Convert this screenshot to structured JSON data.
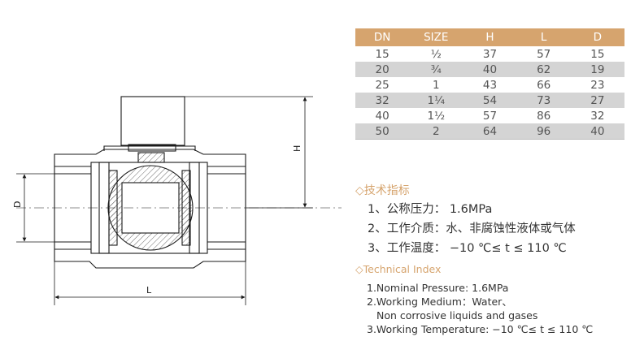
{
  "drawing": {
    "dimension_labels": {
      "h": "H",
      "d": "D",
      "l": "L"
    }
  },
  "spec_table": {
    "headers": [
      "DN",
      "SIZE",
      "H",
      "L",
      "D"
    ],
    "rows": [
      [
        "15",
        "½",
        "37",
        "57",
        "15"
      ],
      [
        "20",
        "¾",
        "40",
        "62",
        "19"
      ],
      [
        "25",
        "1",
        "43",
        "66",
        "23"
      ],
      [
        "32",
        "1¼",
        "54",
        "73",
        "27"
      ],
      [
        "40",
        "1½",
        "57",
        "86",
        "32"
      ],
      [
        "50",
        "2",
        "64",
        "96",
        "40"
      ]
    ]
  },
  "technical_index_cn": {
    "heading": "◇技术指标",
    "items": [
      "1、公称压力：  1.6MPa",
      "2、工作介质：水、非腐蚀性液体或气体",
      "3、工作温度：  −10 ℃≤ t ≤ 110 ℃"
    ]
  },
  "technical_index_en": {
    "heading": "◇Technical Index",
    "items": [
      "1.Nominal Pressure: 1.6MPa",
      "2.Working Medium：Water、",
      "Non corrosive liquids and gases",
      "3.Working Temperature: −10 ℃≤ t ≤ 110 ℃"
    ]
  },
  "colors": {
    "accent": "#d6a46e",
    "row_shade": "#d4d4d4",
    "line": "#1a1a1a"
  }
}
